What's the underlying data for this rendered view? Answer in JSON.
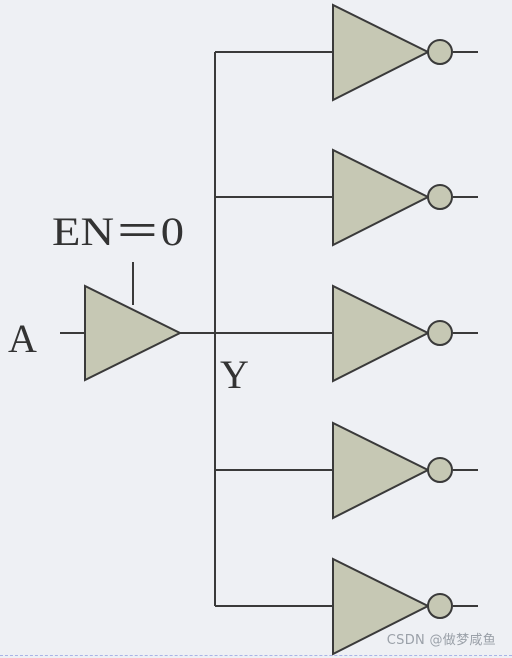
{
  "labels": {
    "input": "A",
    "enable": "EN＝0",
    "output": "Y"
  },
  "watermark": "CSDN @做梦咸鱼",
  "colors": {
    "gate_fill": "#c6c8b4",
    "stroke": "#3a3a3a",
    "background": "#eef0f4"
  }
}
